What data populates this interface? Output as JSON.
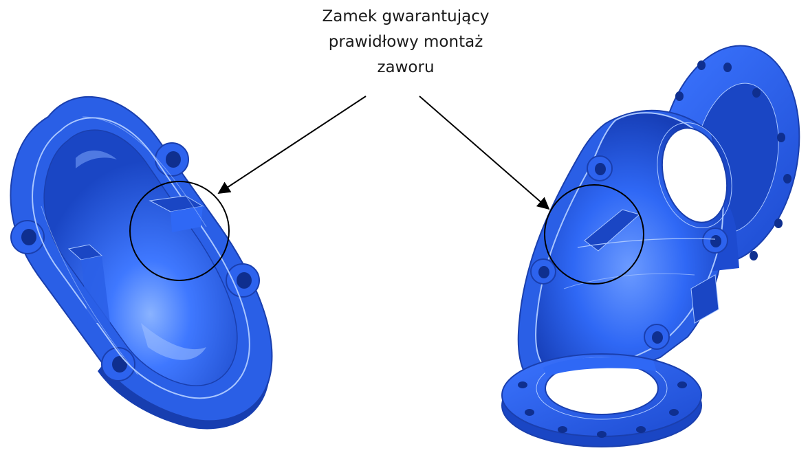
{
  "annotation": {
    "lines": [
      "Zamek gwarantujący",
      "prawidłowy montaż",
      "zaworu"
    ]
  },
  "colors": {
    "part_base": "#2f68f5",
    "part_dark": "#1c47c9",
    "part_deep": "#123aa8",
    "part_light": "#5d8eff",
    "part_highlight": "#8ab3ff",
    "edge_line": "#a9c6ff",
    "annotation_ink": "#000000"
  },
  "parts": [
    {
      "name": "valve-body-half-left"
    },
    {
      "name": "valve-body-half-right"
    }
  ]
}
